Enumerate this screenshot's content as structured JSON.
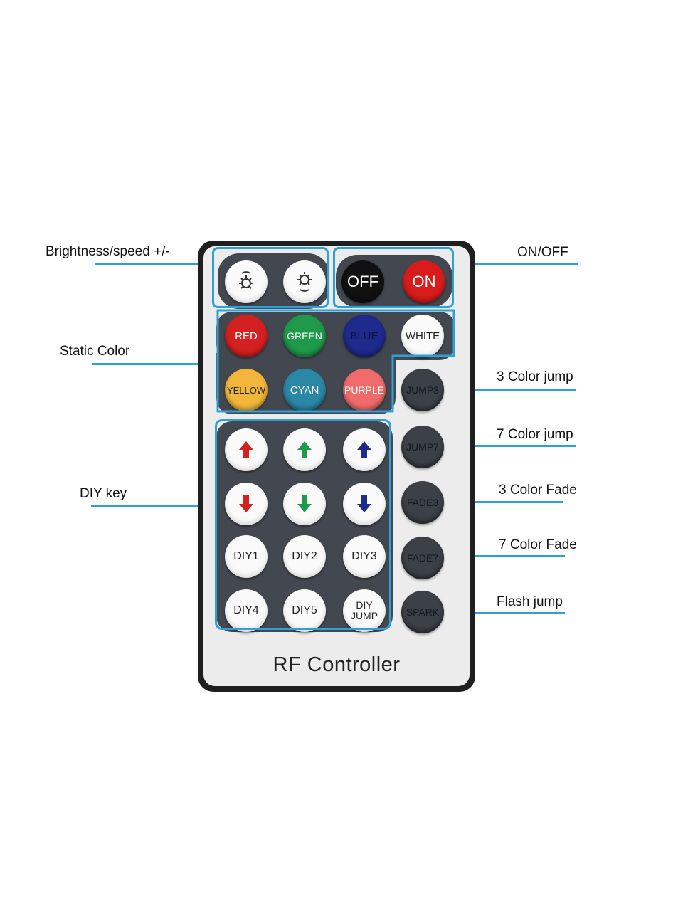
{
  "callouts": {
    "brightness": "Brightness/speed +/-",
    "onoff": "ON/OFF",
    "static_color": "Static Color",
    "diy_key": "DIY key",
    "jump3": "3 Color jump",
    "jump7": "7 Color jump",
    "fade3": "3 Color Fade",
    "fade7": "7 Color Fade",
    "flash": "Flash jump"
  },
  "buttons": {
    "off": "OFF",
    "on": "ON",
    "red": "RED",
    "green": "GREEN",
    "blue": "BLUE",
    "white": "WHITE",
    "yellow": "YELLOW",
    "cyan": "CYAN",
    "purple": "PURPLE",
    "jump3": "JUMP3",
    "jump7": "JUMP7",
    "fade3": "FADE3",
    "fade7": "FADE7",
    "spark": "SPARK",
    "diy1": "DIY1",
    "diy2": "DIY2",
    "diy3": "DIY3",
    "diy4": "DIY4",
    "diy5": "DIY5",
    "diy_jump": "DIY\nJUMP"
  },
  "brand": "RF Controller",
  "colors": {
    "highlight": "#2f9fd8",
    "red": "#d42020",
    "green": "#1e9a4a",
    "blue": "#1e2a8c",
    "yellow": "#f2b63a",
    "cyan": "#2b87a6",
    "purple": "#f06b6b",
    "panel": "#434850"
  },
  "icons": [
    "brightness-up-icon",
    "brightness-down-icon",
    "arrow-up-icon",
    "arrow-down-icon"
  ]
}
